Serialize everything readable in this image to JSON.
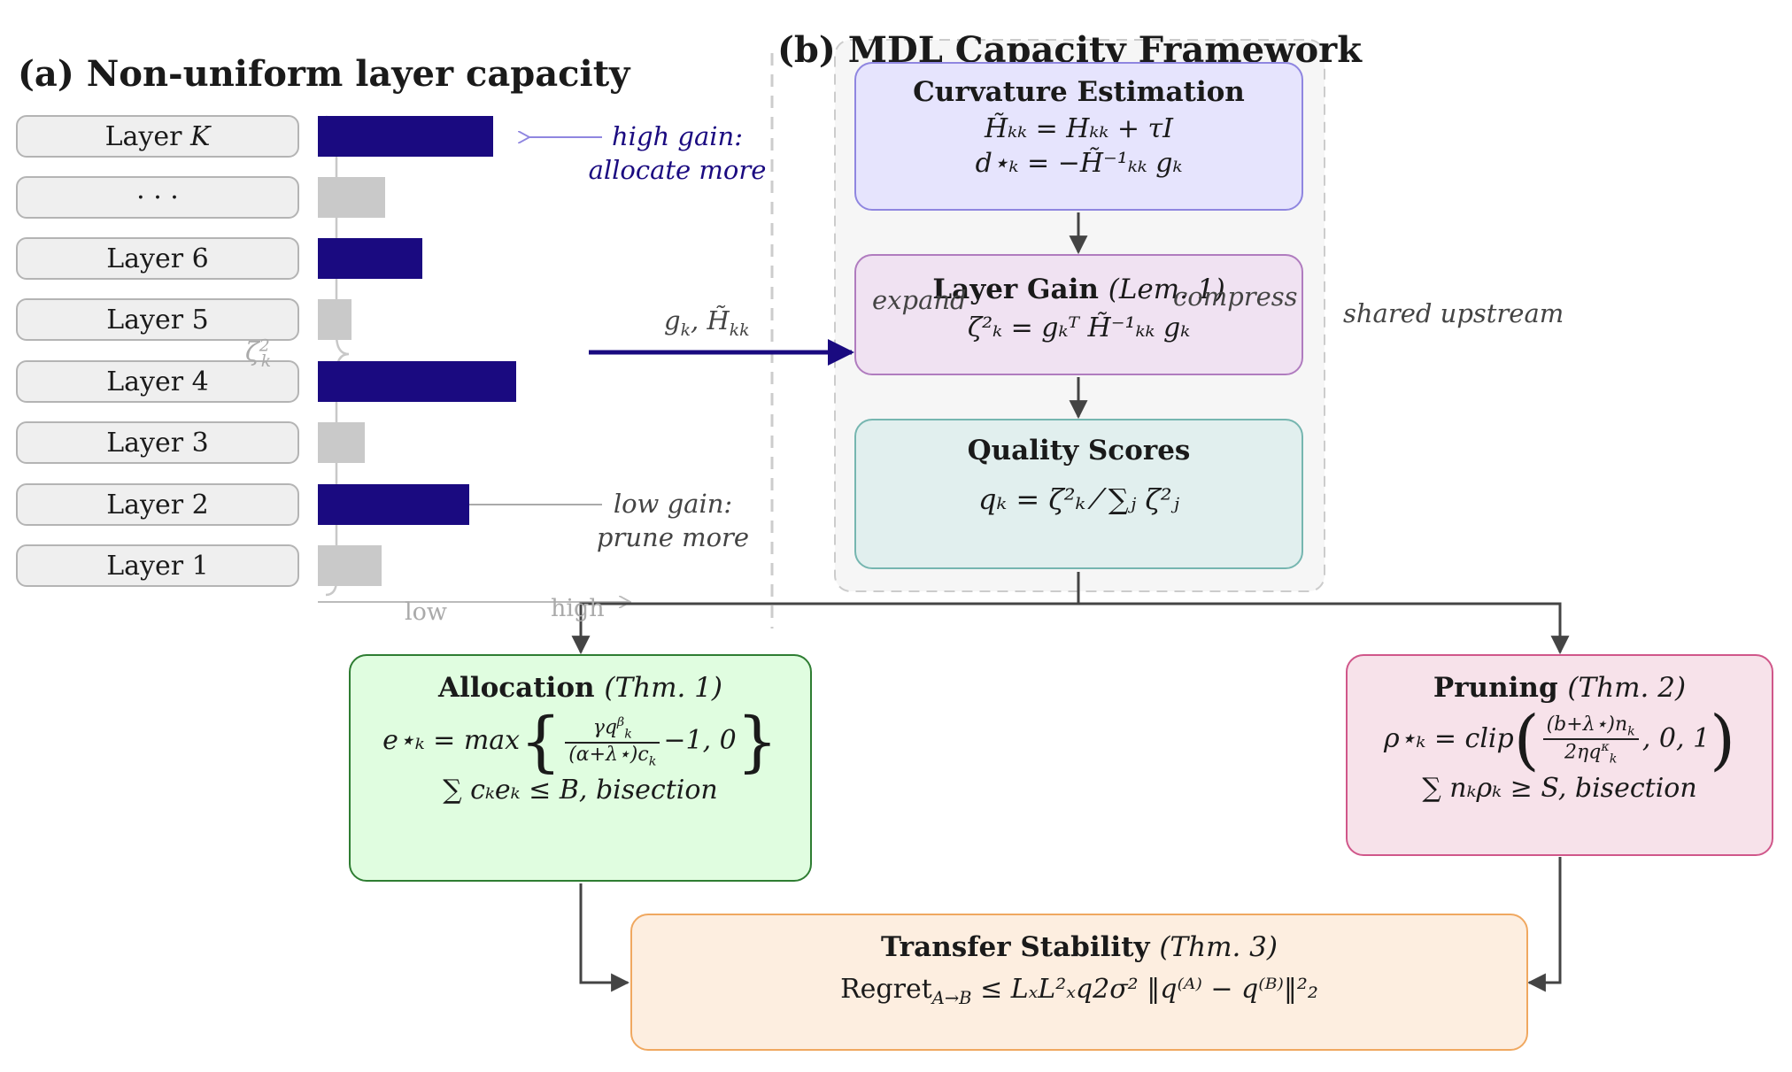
{
  "panel_a": {
    "title": "(a)  Non-uniform layer capacity",
    "layers": [
      {
        "label": "Layer ",
        "var": "K",
        "gain": "high",
        "level": 0.52
      },
      {
        "label": "· · ·",
        "var": "",
        "gain": "low",
        "level": 0.2
      },
      {
        "label": "Layer 6",
        "var": "",
        "gain": "high",
        "level": 0.31
      },
      {
        "label": "Layer 5",
        "var": "",
        "gain": "low",
        "level": 0.1
      },
      {
        "label": "Layer 4",
        "var": "",
        "gain": "high",
        "level": 0.59
      },
      {
        "label": "Layer 3",
        "var": "",
        "gain": "low",
        "level": 0.14
      },
      {
        "label": "Layer 2",
        "var": "",
        "gain": "high",
        "level": 0.45
      },
      {
        "label": "Layer 1",
        "var": "",
        "gain": "low",
        "level": 0.19
      }
    ],
    "axis_symbol": "ζ",
    "axis_sup": "2",
    "axis_sub": "k",
    "axis_low": "low",
    "axis_high": "high",
    "high_note_line1": "high gain:",
    "high_note_line2": "allocate more",
    "low_note_line1": "low gain:",
    "low_note_line2": "prune more",
    "arrow_label": "g",
    "arrow_label_sub": "k",
    "arrow_label_sep": ", ",
    "arrow_label_h": "H̃",
    "arrow_label_h_sub": "kk"
  },
  "panel_b": {
    "title": "(b)  MDL Capacity Framework",
    "curvature": {
      "title": "Curvature Estimation",
      "eq1": "H̃ₖₖ = Hₖₖ + τI",
      "eq2": "d⋆ₖ = −H̃⁻¹ₖₖ gₖ"
    },
    "gain": {
      "title": "Layer Gain",
      "ref": "(Lem. 1)",
      "eq": "ζ²ₖ = gₖᵀ H̃⁻¹ₖₖ gₖ"
    },
    "quality": {
      "title": "Quality Scores",
      "eq": "qₖ = ζ²ₖ ⁄ ∑ⱼ ζ²ⱼ"
    },
    "expand_label": "expand",
    "compress_label": "compress",
    "shared_label": "shared upstream"
  },
  "allocation": {
    "title": "Allocation",
    "ref": "(Thm. 1)",
    "lhs": "e⋆ₖ = max",
    "num": "γq",
    "num_sup": "β",
    "num_sub": "k",
    "den": "(α+λ⋆)c",
    "den_sub": "k",
    "tail": "−1, 0",
    "constraint": "∑ cₖeₖ ≤ B, bisection"
  },
  "pruning": {
    "title": "Pruning",
    "ref": "(Thm. 2)",
    "lhs": "ρ⋆ₖ = clip",
    "num": "(b+λ⋆)n",
    "num_sub": "k",
    "den": "2ηq",
    "den_sup": "κ",
    "den_sub": "k",
    "tail": ", 0, 1",
    "constraint": "∑ nₖρₖ ≥ S, bisection"
  },
  "transfer": {
    "title": "Transfer Stability",
    "ref": "(Thm. 3)",
    "eq_regret": "Regret",
    "eq_regret_sub": "A→B",
    "eq_rest": " ≤  LₓL²ₓq2σ² ‖q⁽ᴬ⁾ − q⁽ᴮ⁾‖²₂"
  },
  "colors": {
    "navy": "#1a0a80",
    "gray_bar": "#c9c9c9",
    "curvature_fill": "#e6e4fd",
    "curvature_stroke": "#8f86e0",
    "gain_fill": "#f0e2f2",
    "gain_stroke": "#b07cbf",
    "quality_fill": "#e1efee",
    "quality_stroke": "#76b6b0",
    "alloc_fill": "#e0fde0",
    "alloc_stroke": "#2e7d32",
    "prune_fill": "#f7e2ea",
    "prune_stroke": "#d0578a",
    "transfer_fill": "#fdeee0",
    "transfer_stroke": "#f0a860"
  }
}
